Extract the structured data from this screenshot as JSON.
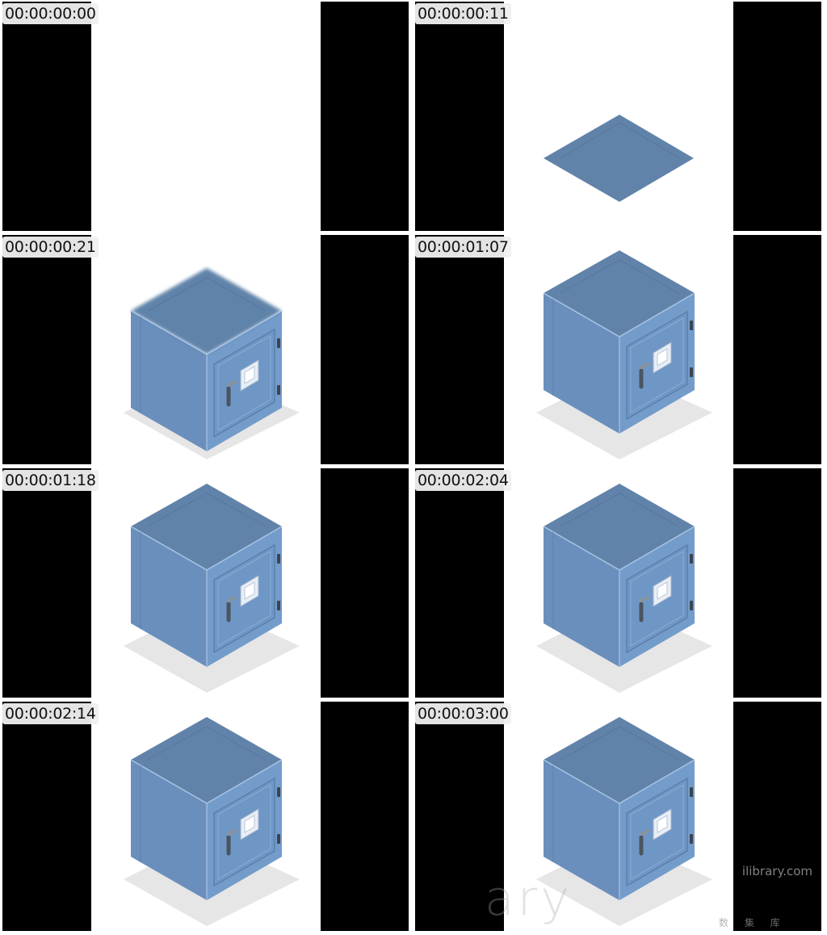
{
  "frames": [
    {
      "timestamp": "00:00:00:00",
      "stage": "empty"
    },
    {
      "timestamp": "00:00:00:11",
      "stage": "floor"
    },
    {
      "timestamp": "00:00:00:21",
      "stage": "blur"
    },
    {
      "timestamp": "00:00:01:07",
      "stage": "full"
    },
    {
      "timestamp": "00:00:01:18",
      "stage": "full"
    },
    {
      "timestamp": "00:00:02:04",
      "stage": "full"
    },
    {
      "timestamp": "00:00:02:14",
      "stage": "full"
    },
    {
      "timestamp": "00:00:03:00",
      "stage": "full"
    }
  ],
  "watermark": {
    "url": "ilibrary.com",
    "brand": "ary",
    "sub": "数 集 库"
  },
  "colors": {
    "safe_top": "#6183a9",
    "safe_left": "#6a8fbc",
    "safe_right": "#739ccb",
    "shadow": "#e6e6e6",
    "bar": "#000000"
  }
}
